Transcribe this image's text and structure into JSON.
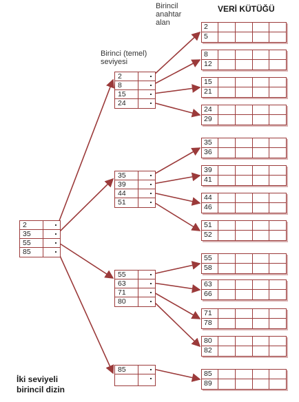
{
  "title": "VERİ KÜTÜĞÜ",
  "label_primary_key": "Birincil\nanahtar\nalan",
  "label_first_level": "Birinci (temel)\nseviyesi",
  "caption": "İki seviyeli\nbirincil dizin",
  "colors": {
    "line": "#9b3a3a",
    "arrow": "#9b3a3a"
  },
  "root_index": [
    "2",
    "35",
    "55",
    "85"
  ],
  "first_level": [
    [
      "2",
      "8",
      "15",
      "24"
    ],
    [
      "35",
      "39",
      "44",
      "51"
    ],
    [
      "55",
      "63",
      "71",
      "80"
    ],
    [
      "85",
      ""
    ]
  ],
  "data_blocks": [
    [
      "2",
      "5"
    ],
    [
      "8",
      "12"
    ],
    [
      "15",
      "21"
    ],
    [
      "24",
      "29"
    ],
    [
      "35",
      "36"
    ],
    [
      "39",
      "41"
    ],
    [
      "44",
      "46"
    ],
    [
      "51",
      "52"
    ],
    [
      "55",
      "58"
    ],
    [
      "63",
      "66"
    ],
    [
      "71",
      "78"
    ],
    [
      "80",
      "82"
    ],
    [
      "85",
      "89"
    ]
  ]
}
